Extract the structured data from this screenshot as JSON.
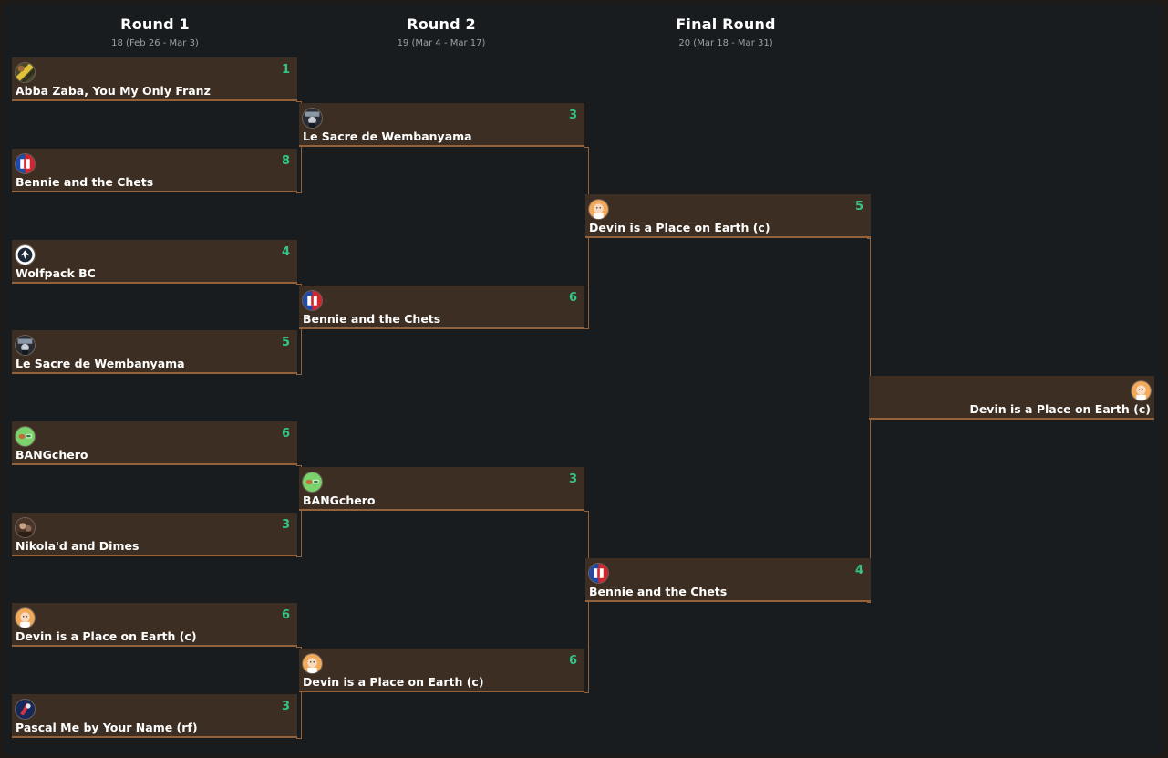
{
  "rounds": [
    {
      "title": "Round 1",
      "dates": "18 (Feb 26 - Mar 3)"
    },
    {
      "title": "Round 2",
      "dates": "19 (Mar 4 - Mar 17)"
    },
    {
      "title": "Final Round",
      "dates": "20 (Mar 18 - Mar 31)"
    }
  ],
  "bracket": {
    "round1": [
      {
        "team": "Abba Zaba, You My Only Franz",
        "score": "1",
        "avatar": "gold-stripe-avatar"
      },
      {
        "team": "Bennie and the Chets",
        "score": "8",
        "avatar": "red-white-blue-avatar"
      },
      {
        "team": "Wolfpack BC",
        "score": "4",
        "avatar": "wolf-logo-avatar"
      },
      {
        "team": "Le Sacre de Wembanyama",
        "score": "5",
        "avatar": "dark-photo-avatar"
      },
      {
        "team": "BANGchero",
        "score": "6",
        "avatar": "green-avatar"
      },
      {
        "team": "Nikola'd and Dimes",
        "score": "3",
        "avatar": "brown-photo-avatar"
      },
      {
        "team": "Devin is a Place on Earth (c)",
        "score": "6",
        "avatar": "face-avatar"
      },
      {
        "team": "Pascal Me by Your Name (rf)",
        "score": "3",
        "avatar": "navy-red-avatar"
      }
    ],
    "round2": [
      {
        "team": "Le Sacre de Wembanyama",
        "score": "3",
        "avatar": "dark-photo-avatar"
      },
      {
        "team": "Bennie and the Chets",
        "score": "6",
        "avatar": "red-white-blue-avatar"
      },
      {
        "team": "BANGchero",
        "score": "3",
        "avatar": "green-avatar"
      },
      {
        "team": "Devin is a Place on Earth (c)",
        "score": "6",
        "avatar": "face-avatar"
      }
    ],
    "final": [
      {
        "team": "Devin is a Place on Earth (c)",
        "score": "5",
        "avatar": "face-avatar"
      },
      {
        "team": "Bennie and the Chets",
        "score": "4",
        "avatar": "red-white-blue-avatar"
      }
    ],
    "champion": {
      "team": "Devin is a Place on Earth (c)",
      "avatar": "face-avatar"
    }
  },
  "colors": {
    "background": "#191c1f",
    "slot": "#3c2e22",
    "connector": "#93623a",
    "score": "#35c58a",
    "text": "#ffffff",
    "subtext": "#9aa0a6"
  }
}
